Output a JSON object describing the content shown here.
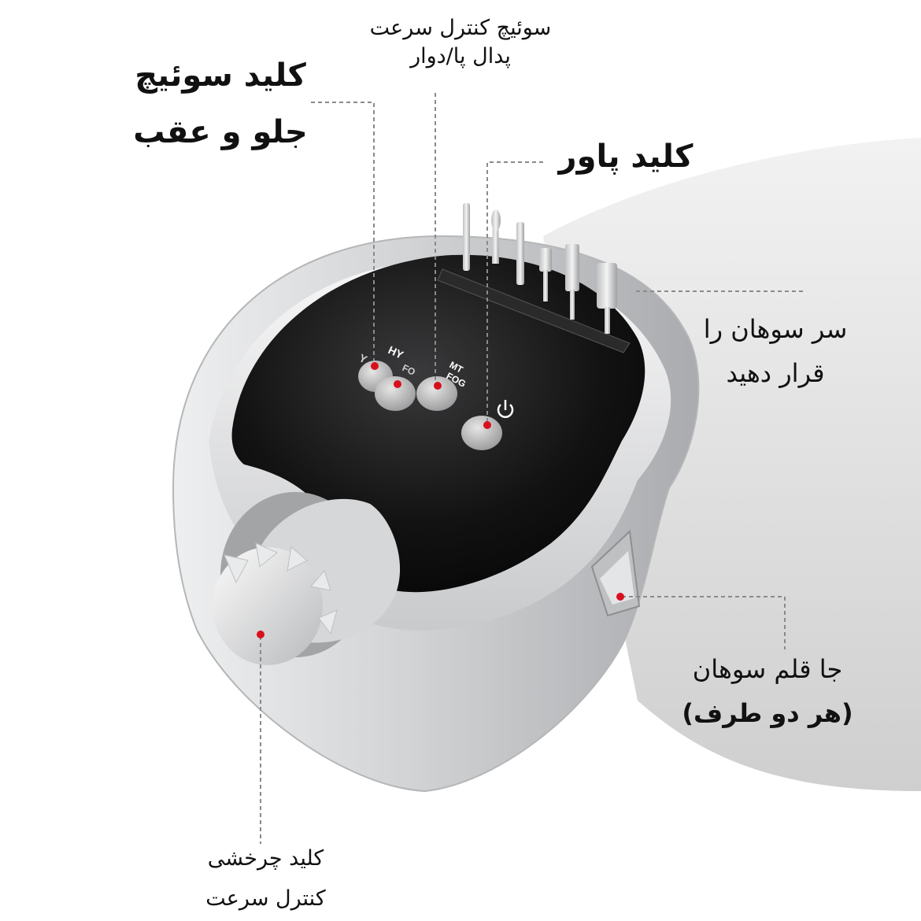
{
  "labels": {
    "speed_pedal_switch": {
      "line1": "سوئیچ کنترل سرعت",
      "line2": "پدال پا/دوار"
    },
    "forward_reverse_switch": {
      "line1": "کلید سوئیچ",
      "line2": "جلو و عقب"
    },
    "power_key": {
      "line1": "کلید پاور"
    },
    "insert_bits": {
      "line1": "سر سوهان را",
      "line2": "قرار دهید"
    },
    "pen_holder": {
      "line1": "جا قلم سوهان",
      "line2": "(هر دو طرف)"
    },
    "speed_dial": {
      "line1": "کلید چرخشی",
      "line2": "کنترل سرعت"
    }
  },
  "device": {
    "button_labels": {
      "hy": "HY",
      "fo": "FO",
      "mt": "MT",
      "fog": "FOG",
      "y": "Y"
    }
  },
  "colors": {
    "marker": "#d8101e",
    "panel": "#111111",
    "body": "#d9dadc",
    "leader": "#8a8a8a"
  }
}
